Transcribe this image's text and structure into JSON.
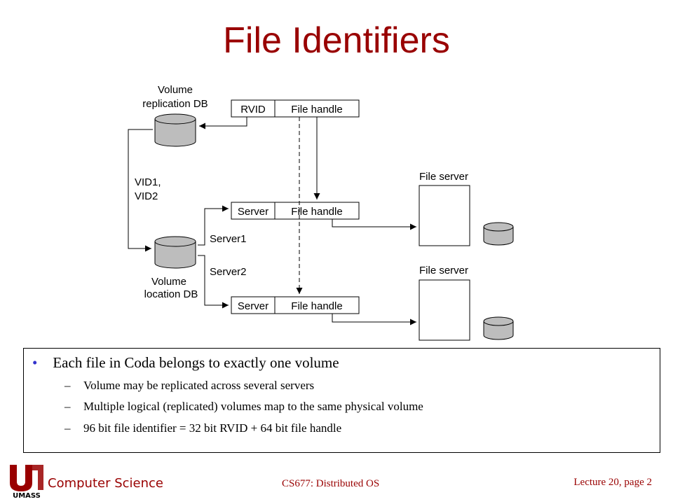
{
  "slide": {
    "title": "File Identifiers"
  },
  "diagram": {
    "labels": {
      "volume_replication_db_line1": "Volume",
      "volume_replication_db_line2": "replication DB",
      "vid_line1": "VID1,",
      "vid_line2": "VID2",
      "server1": "Server1",
      "server2": "Server2",
      "volume_location_db_line1": "Volume",
      "volume_location_db_line2": "location DB",
      "file_server_1": "File server",
      "file_server_2": "File server"
    },
    "top_record": {
      "left": "RVID",
      "right": "File handle"
    },
    "record_1": {
      "left": "Server",
      "right": "File handle"
    },
    "record_2": {
      "left": "Server",
      "right": "File handle"
    }
  },
  "bullets": {
    "main": "Each file in Coda belongs to exactly one volume",
    "subs": [
      "Volume may be replicated across several servers",
      "Multiple logical (replicated) volumes map to the same physical volume",
      "96 bit file identifier =  32 bit RVID + 64 bit file handle"
    ]
  },
  "footer": {
    "department": "Computer Science",
    "course": "CS677: Distributed OS",
    "page": "Lecture 20, page 2",
    "logo_text": "UMASS"
  },
  "colors": {
    "title": "#990000",
    "bullet": "#3333cc",
    "db_fill": "#bdbdbd"
  }
}
